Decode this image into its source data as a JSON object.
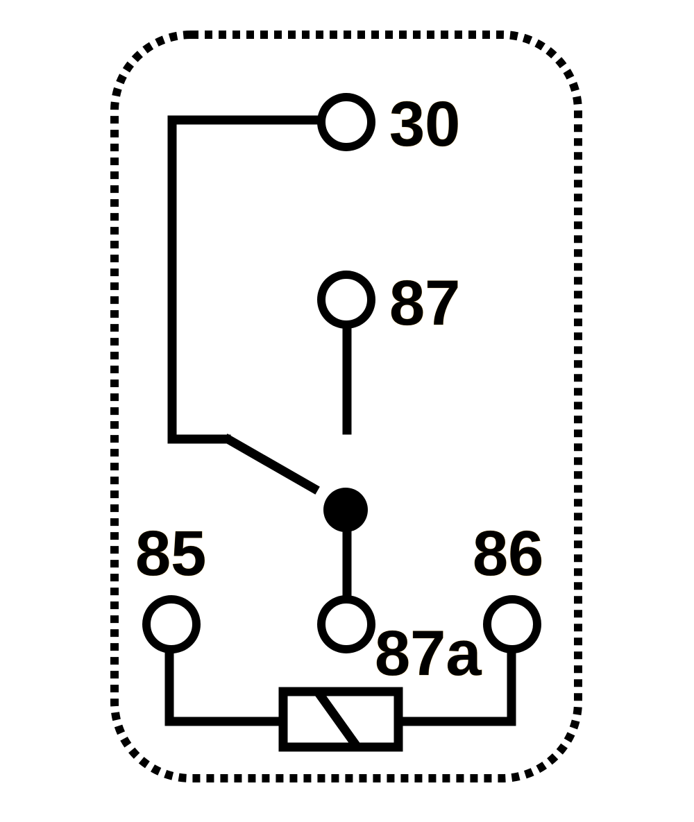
{
  "colors": {
    "line": "#000000",
    "background": "#ffffff",
    "terminal_fill": "#ffffff",
    "label_outline": "#c89a3a"
  },
  "relay": {
    "terminals": {
      "t30": {
        "label": "30"
      },
      "t87": {
        "label": "87"
      },
      "t85": {
        "label": "85"
      },
      "t86": {
        "label": "86"
      },
      "t87a": {
        "label": "87a"
      }
    }
  }
}
